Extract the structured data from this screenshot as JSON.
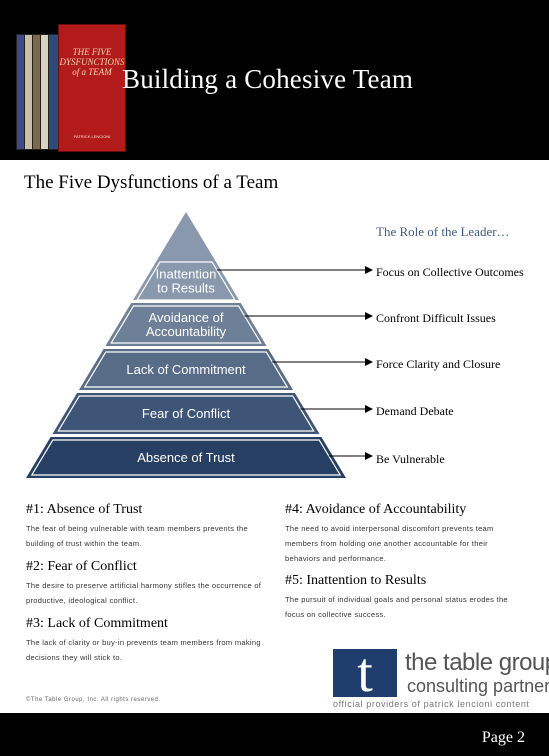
{
  "header": {
    "title": "Building a Cohesive Team",
    "book_cover_title": "THE FIVE DYSFUNCTIONS of a TEAM",
    "book_cover_author": "PATRICK LENCIONI"
  },
  "subtitle": "The Five Dysfunctions of a Team",
  "pyramid": {
    "levels": [
      {
        "label_lines": [
          "Inattention",
          "to Results"
        ],
        "color": "#8a98ad"
      },
      {
        "label_lines": [
          "Avoidance of",
          "Accountability"
        ],
        "color": "#6e7f98"
      },
      {
        "label_lines": [
          "Lack of Commitment"
        ],
        "color": "#586b87"
      },
      {
        "label_lines": [
          "Fear of Conflict"
        ],
        "color": "#3f5577"
      },
      {
        "label_lines": [
          "Absence of Trust"
        ],
        "color": "#263f63"
      }
    ]
  },
  "role": {
    "title": "The Role of the Leader…",
    "items": [
      "Focus on Collective Outcomes",
      "Confront Difficult Issues",
      "Force Clarity and Closure",
      "Demand Debate",
      "Be Vulnerable"
    ]
  },
  "sections": [
    {
      "heading": "#1: Absence of Trust",
      "body": "The fear of being vulnerable with team members prevents the building of trust within the team."
    },
    {
      "heading": "#2: Fear of Conflict",
      "body": "The desire to preserve artificial harmony stifles the occurrence of productive, ideological conflict."
    },
    {
      "heading": "#3: Lack of Commitment",
      "body": "The lack of clarity or buy-in prevents team members from making decisions they will stick to."
    },
    {
      "heading": "#4: Avoidance of Accountability",
      "body": "The need to avoid interpersonal discomfort prevents team members from holding one another accountable for their behaviors and performance."
    },
    {
      "heading": "#5: Inattention to Results",
      "body": "The pursuit of individual goals and personal status erodes the focus on collective success."
    }
  ],
  "copyright": "©The Table Group, Inc. All rights reserved.",
  "logo": {
    "mark": "t",
    "line1": "the table group",
    "line2": "consulting partners",
    "line3": "official providers of patrick lencioni content",
    "color": "#1f3e6e"
  },
  "footer": {
    "page": "Page 2"
  }
}
